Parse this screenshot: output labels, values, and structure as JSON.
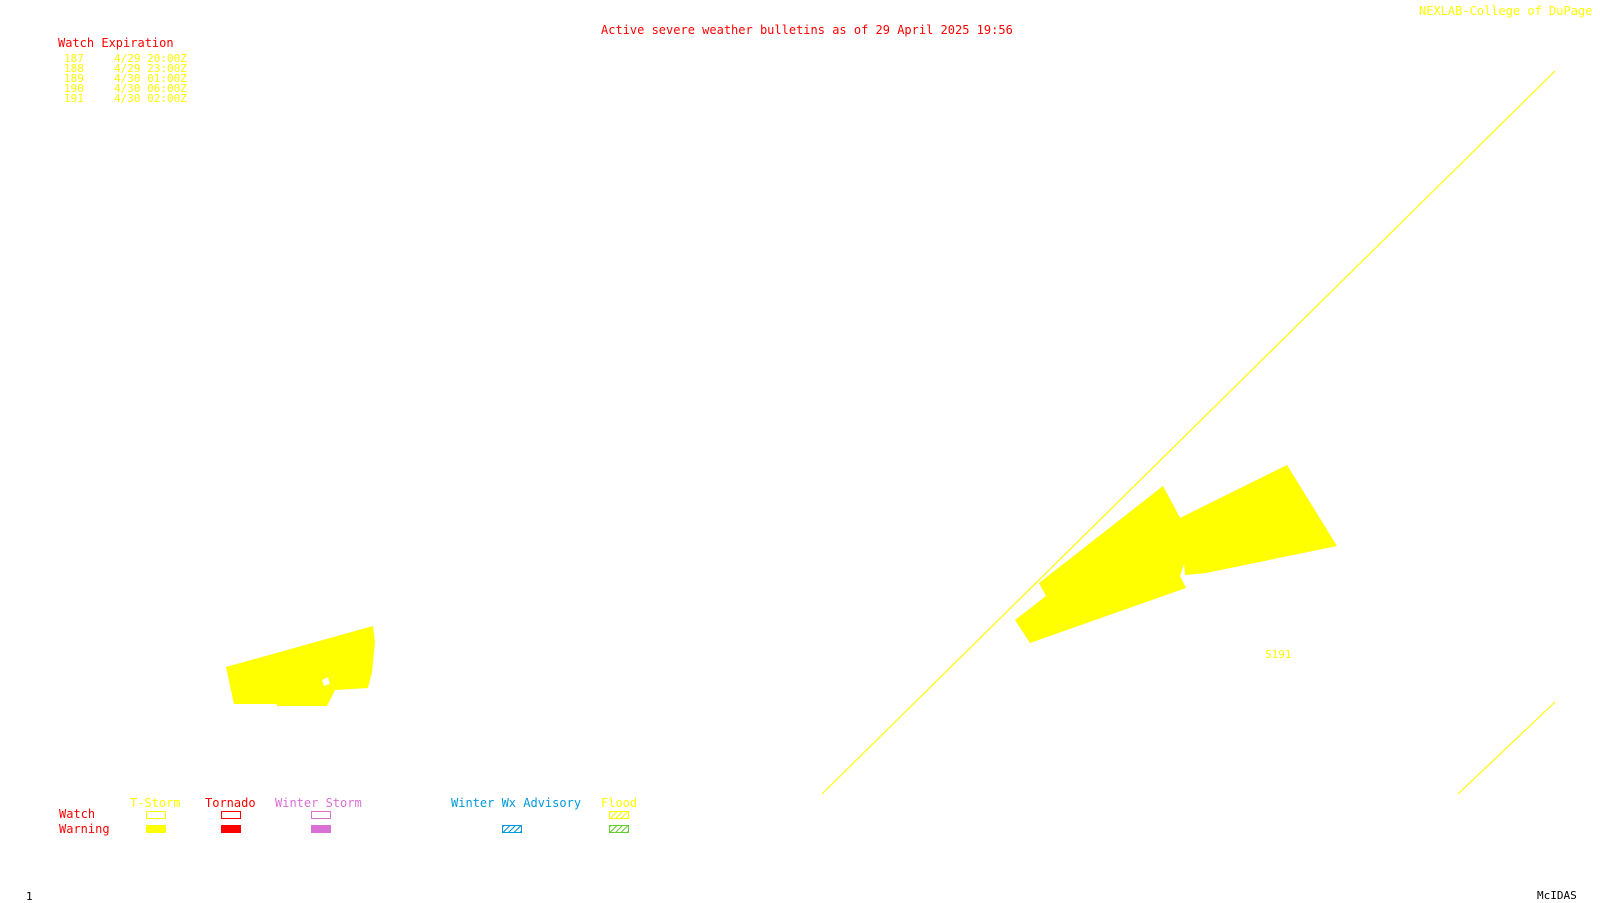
{
  "header": {
    "title": "Active severe weather bulletins as of 29 April 2025 19:56",
    "credit": "NEXLAB-College of DuPage R"
  },
  "watch_table": {
    "heading": "Watch Expiration",
    "rows": [
      {
        "id": "187",
        "expires": "4/29 20:00Z"
      },
      {
        "id": "188",
        "expires": "4/29 23:00Z"
      },
      {
        "id": "189",
        "expires": "4/30 01:00Z"
      },
      {
        "id": "190",
        "expires": "4/30 06:00Z"
      },
      {
        "id": "191",
        "expires": "4/30 02:00Z"
      }
    ]
  },
  "map": {
    "label_watch": "S191"
  },
  "legend": {
    "row_watch": "Watch",
    "row_warning": "Warning",
    "columns": [
      {
        "label": "T-Storm",
        "color": "#ffff00"
      },
      {
        "label": "Tornado",
        "color": "#ff0000"
      },
      {
        "label": "Winter Storm",
        "color": "#da70d6"
      },
      {
        "label": "Winter Wx Advisory",
        "color": "#0099dd"
      },
      {
        "label": "Flood",
        "color": "#ffff00"
      }
    ],
    "flood_warning_color": "#66cc33"
  },
  "footer": {
    "frame_number": "1",
    "software": "McIDAS"
  }
}
